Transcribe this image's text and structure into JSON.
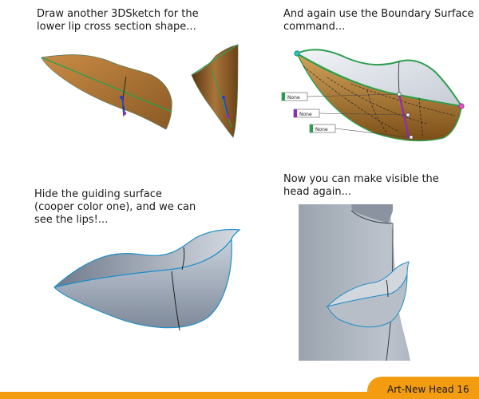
{
  "captions": {
    "top_left": "Draw another 3DSketch for the\nlower lip cross section shape...",
    "top_right": "And again use the Boundary Surface\ncommand...",
    "bottom_left": "Hide the guiding surface\n(cooper color one), and we can\nsee the lips!...",
    "bottom_right": "Now you can make visible the\nhead again..."
  },
  "callouts": [
    "None",
    "None",
    "None"
  ],
  "footer": {
    "label": "Art-New Head 16"
  },
  "colors": {
    "copper": "#a87333",
    "copper_dark": "#6b3f14",
    "lip_blue": "#9aa5b5",
    "edge_green": "#2e9e4e",
    "edge_purple": "#8e2bb8",
    "edge_blue": "#1f8fc7",
    "accent_orange": "#f39c12"
  }
}
